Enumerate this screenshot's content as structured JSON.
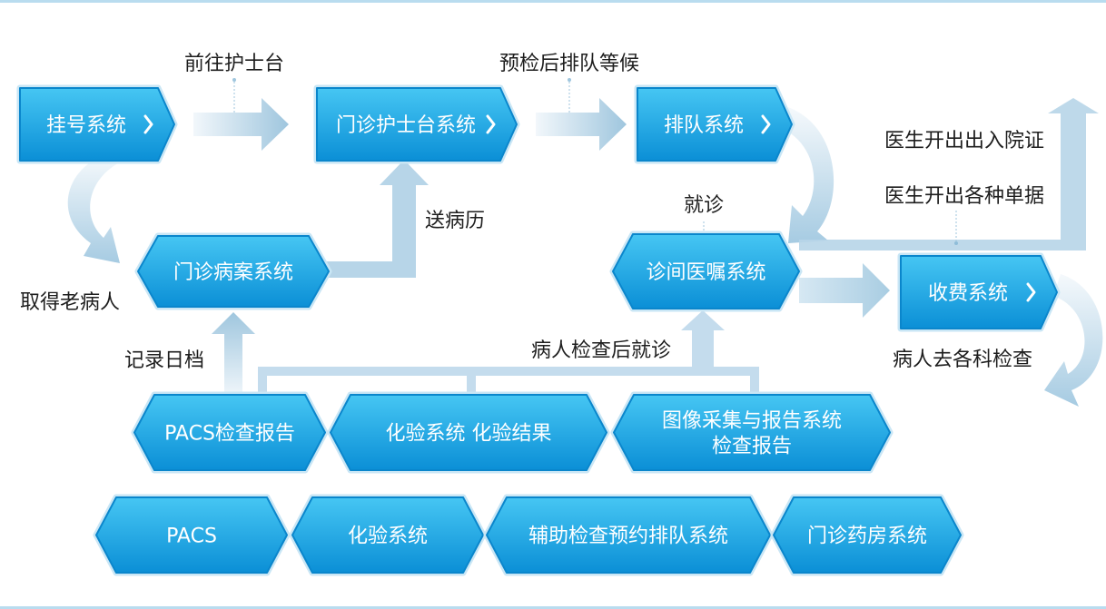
{
  "boxes": {
    "registration": "挂号系统",
    "nurse_station": "门诊护士台系统",
    "queue": "排队系统",
    "medical_record": "门诊病案系统",
    "doctor_order": "诊间医嘱系统",
    "billing": "收费系统",
    "pacs_report": "PACS检查报告",
    "lab_result": "化验系统 化验结果",
    "imaging_line1": "图像采集与报告系统",
    "imaging_line2": "检查报告",
    "pacs": "PACS",
    "lab": "化验系统",
    "aux_queue": "辅助检查预约排队系统",
    "pharmacy": "门诊药房系统"
  },
  "labels": {
    "to_nurse": "前往护士台",
    "pre_check": "预检后排队等候",
    "send_record": "送病历",
    "get_old": "取得老病人",
    "visit": "就诊",
    "admission_cert": "医生开出出入院证",
    "documents": "医生开出各种单据",
    "log_record": "记录日档",
    "after_check": "病人检查后就诊",
    "go_check": "病人去各科检查"
  },
  "colors": {
    "box_top": "#38bdf0",
    "box_bottom": "#0a8fd6",
    "box_border": "#0a86cc",
    "arrow_light": "#eef5fa",
    "arrow_mid": "#b7d5e8",
    "arrow_dark": "#8fbdd9"
  }
}
